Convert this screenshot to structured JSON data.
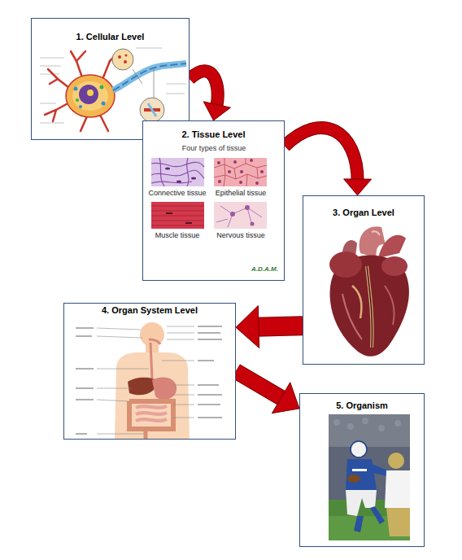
{
  "diagram": {
    "nodes": [
      {
        "text": [
          "1. Cellular Level"
        ]
      },
      {
        "text": [
          "2. Tissue Level"
        ]
      },
      {
        "text": [
          "3. Organ Level"
        ]
      },
      {
        "text": [
          "4. Organ System Level"
        ]
      },
      {
        "text": [
          "5. Organism"
        ]
      }
    ],
    "edges": [
      {
        "from": 0,
        "to": 1,
        "arrow": "to"
      },
      {
        "from": 1,
        "to": 2,
        "arrow": "to"
      },
      {
        "from": 2,
        "to": 3,
        "arrow": "to"
      },
      {
        "from": 3,
        "to": 4,
        "arrow": "to"
      }
    ],
    "labels": [
      "Four types of tissue",
      "Connective tissue",
      "Epithelial tissue",
      "Muscle tissue",
      "Nervous tissue",
      "A.D.A.M."
    ]
  }
}
